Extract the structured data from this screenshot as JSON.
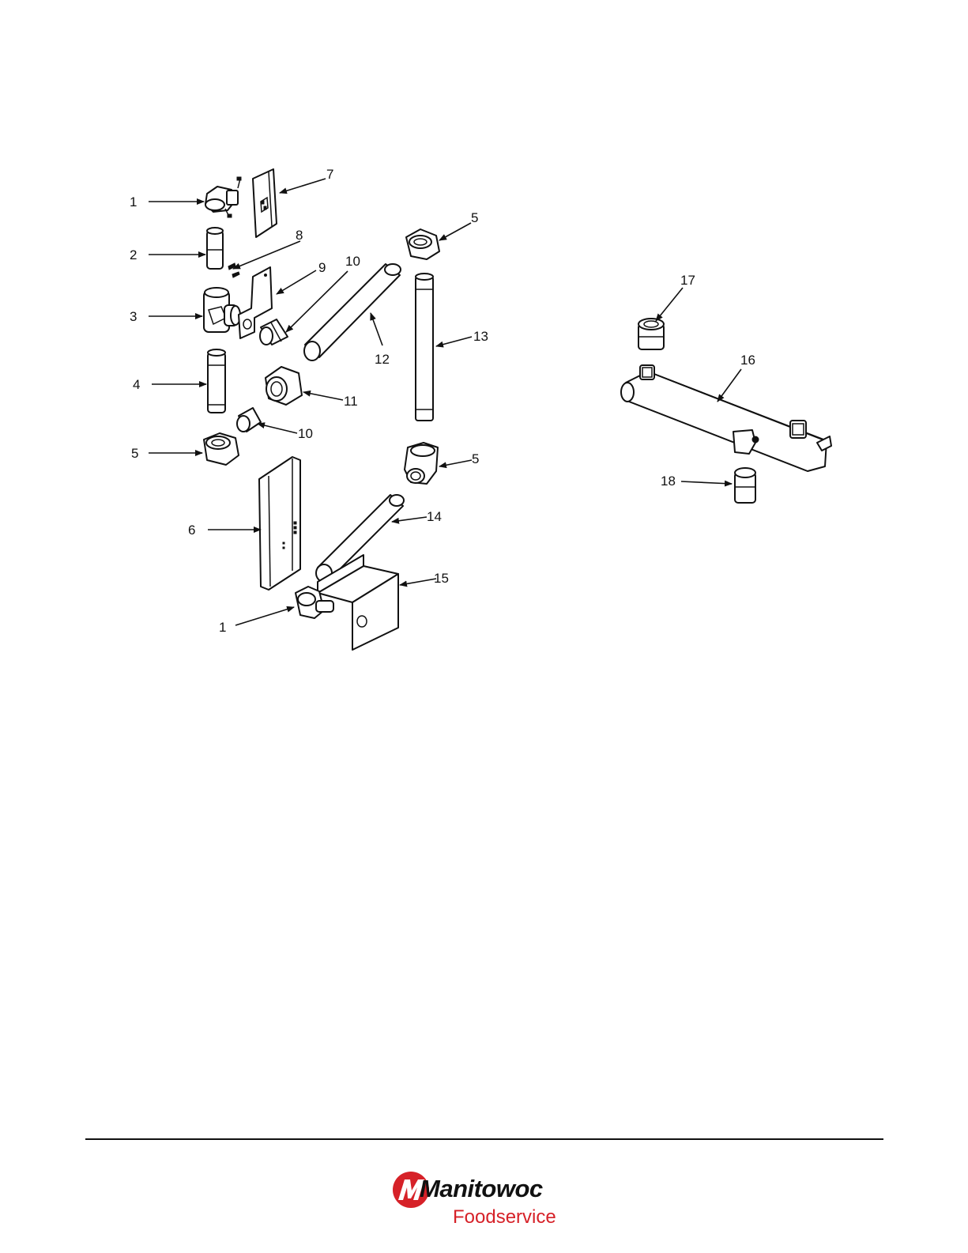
{
  "callouts": [
    {
      "id": "c1a",
      "text": "1"
    },
    {
      "id": "c2",
      "text": "2"
    },
    {
      "id": "c3",
      "text": "3"
    },
    {
      "id": "c4",
      "text": "4"
    },
    {
      "id": "c5a",
      "text": "5"
    },
    {
      "id": "c6",
      "text": "6"
    },
    {
      "id": "c1b",
      "text": "1"
    },
    {
      "id": "c7",
      "text": "7"
    },
    {
      "id": "c8",
      "text": "8"
    },
    {
      "id": "c9",
      "text": "9"
    },
    {
      "id": "c10a",
      "text": "10"
    },
    {
      "id": "c11",
      "text": "11"
    },
    {
      "id": "c10b",
      "text": "10"
    },
    {
      "id": "c12",
      "text": "12"
    },
    {
      "id": "c5b",
      "text": "5"
    },
    {
      "id": "c13",
      "text": "13"
    },
    {
      "id": "c5c",
      "text": "5"
    },
    {
      "id": "c14",
      "text": "14"
    },
    {
      "id": "c15",
      "text": "15"
    },
    {
      "id": "c17",
      "text": "17"
    },
    {
      "id": "c16",
      "text": "16"
    },
    {
      "id": "c18",
      "text": "18"
    }
  ],
  "logo": {
    "name": "Manitowoc",
    "subtitle": "Foodservice",
    "brand_red": "#d62128"
  }
}
